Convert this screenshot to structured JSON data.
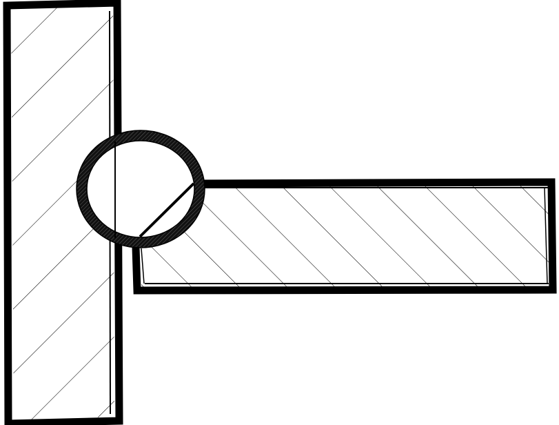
{
  "diagram": {
    "type": "cross-section",
    "parts": [
      "vertical-plate",
      "horizontal-plate",
      "circular-ring"
    ],
    "hatch": "diagonal",
    "colors": {
      "background": "#ffffff",
      "stroke": "#000000",
      "hatch": "#000000"
    }
  }
}
